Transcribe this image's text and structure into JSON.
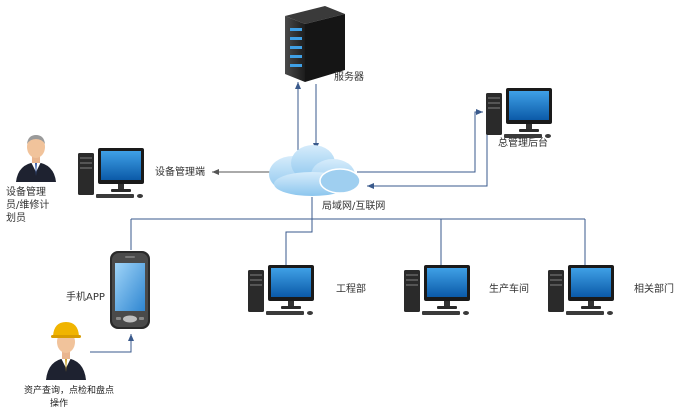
{
  "nodes": {
    "server": {
      "label": "服务器"
    },
    "cloud": {
      "label": "局域网/互联网"
    },
    "admin_console": {
      "label": "总管理后台"
    },
    "device_terminal": {
      "label": "设备管理端"
    },
    "manager_person": {
      "label_lines": [
        "设备管理",
        "员/维修计",
        "划员"
      ]
    },
    "mobile_app": {
      "label": "手机APP"
    },
    "field_worker": {
      "label_lines": [
        "资产查询，点检和盘点",
        "操作"
      ]
    },
    "engineering": {
      "label": "工程部"
    },
    "production": {
      "label": "生产车间"
    },
    "related": {
      "label": "相关部门"
    }
  },
  "colors": {
    "line": "#3a5a8c",
    "screen": "#1a6fbf",
    "cloud": "#a8d4f2",
    "server": "#2b2b2b",
    "helmet": "#f0b400"
  }
}
